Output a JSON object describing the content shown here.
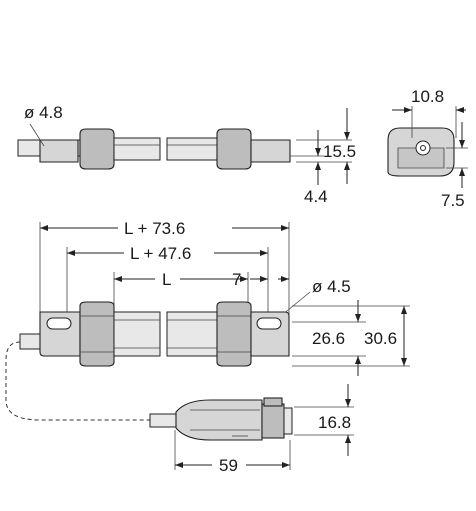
{
  "dimensions": {
    "top_cable_diameter": "ø 4.8",
    "top_height": "15.5",
    "top_offset": "4.4",
    "side_width": "10.8",
    "side_offset": "7.5",
    "length_total": "L + 73.6",
    "length_mid": "L + 47.6",
    "length_l": "L",
    "hole_offset": "7",
    "hole_diameter": "ø 4.5",
    "height_inner": "26.6",
    "height_outer": "30.6",
    "connector_height": "16.8",
    "connector_length": "59"
  }
}
